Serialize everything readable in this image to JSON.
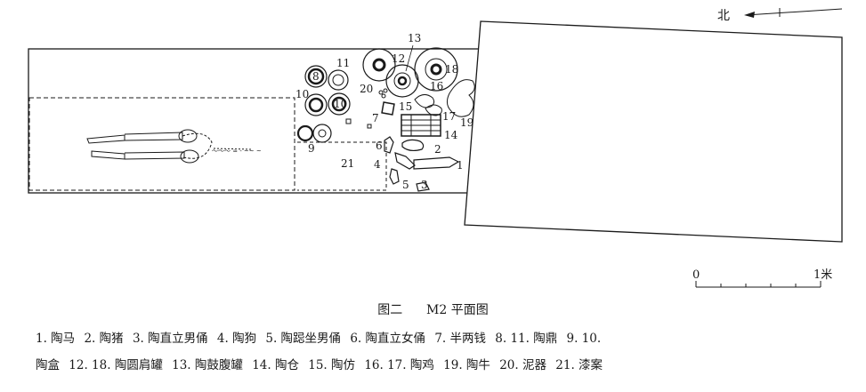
{
  "north": {
    "label": "北"
  },
  "scale": {
    "zero": "0",
    "end": "1米"
  },
  "caption": {
    "fig": "图二",
    "title": "M2 平面图"
  },
  "numbers": [
    "1",
    "2",
    "3",
    "4",
    "5",
    "6",
    "7",
    "8",
    "9",
    "10",
    "11",
    "12",
    "13",
    "14",
    "15",
    "16",
    "17",
    "18",
    "19",
    "20",
    "21"
  ],
  "inscription": "～～～ ≈ - ~~ ~",
  "legend": {
    "line1": [
      "1. 陶马",
      "2. 陶猪",
      "3. 陶直立男俑",
      "4. 陶狗",
      "5. 陶跽坐男俑",
      "6. 陶直立女俑",
      "7. 半两钱",
      "8. 11. 陶鼎",
      "9. 10."
    ],
    "line2": [
      "陶盒",
      "12. 18. 陶圆肩罐",
      "13. 陶鼓腹罐",
      "14. 陶仓",
      "15. 陶仿",
      "16. 17. 陶鸡",
      "19. 陶牛",
      "20. 泥器",
      "21. 漆案"
    ]
  }
}
